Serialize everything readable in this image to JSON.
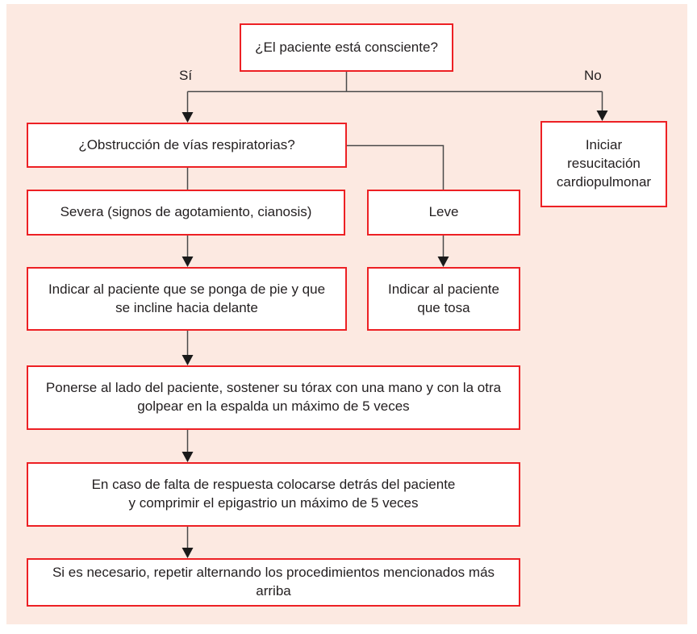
{
  "flowchart": {
    "title_semantic": "choking-first-aid-decision-flowchart",
    "colors": {
      "background": "#fce9e1",
      "box_border": "#ed2024",
      "box_fill": "#ffffff",
      "connector": "#4a4a4a",
      "arrowhead": "#1a1a1a",
      "text": "#231f20"
    },
    "branch_labels": {
      "yes": "Sí",
      "no": "No"
    },
    "nodes": {
      "consciente": "¿El paciente está consciente?",
      "obstruccion": "¿Obstrucción de vías respiratorias?",
      "severa": "Severa (signos de agotamiento, cianosis)",
      "leve": "Leve",
      "indicar_pie": "Indicar al paciente que se ponga de pie y que\nse incline hacia delante",
      "indicar_tosa": "Indicar al paciente\nque tosa",
      "ponerse": "Ponerse al lado del paciente, sostener su tórax con una mano y con la otra\ngolpear en la espalda un máximo de 5 veces",
      "en_caso": "En caso de falta de respuesta colocarse detrás del paciente\ny comprimir el epigastrio un máximo de 5 veces",
      "repetir": "Si es necesario, repetir alternando los procedimientos mencionados más arriba",
      "rcp": "Iniciar\nresucitación\ncardiopulmonar"
    }
  }
}
